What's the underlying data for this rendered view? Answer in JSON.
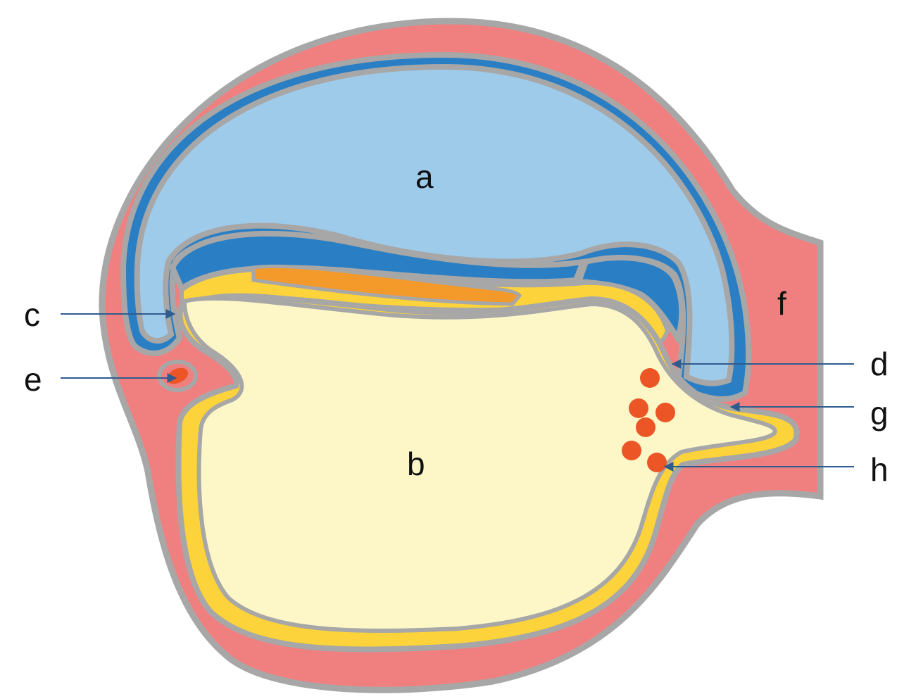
{
  "labels": {
    "a": "a",
    "b": "b",
    "c": "c",
    "d": "d",
    "e": "e",
    "f": "f",
    "g": "g",
    "h": "h"
  },
  "colors": {
    "outline": "#a7a7a7",
    "outer_layer": "#f08080",
    "amnion_dark": "#2a7fc4",
    "amnion_cavity": "#9fcbeb",
    "yolk_wall": "#fcd33a",
    "yolk_sac": "#fdf7c8",
    "orange_band": "#f39a2b",
    "blood_cells": "#ec5525",
    "arrow": "#2f5c8f",
    "text": "#111111"
  }
}
